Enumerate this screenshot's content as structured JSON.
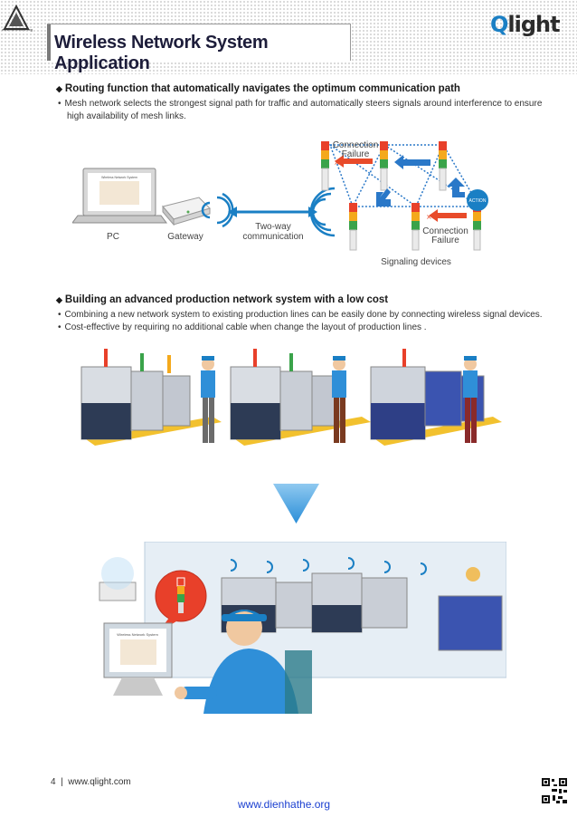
{
  "header": {
    "title": "Wireless Network System Application",
    "brand_q": "Q",
    "brand_rest": "light",
    "small_logo_text": "www.dienhathe.org"
  },
  "section1": {
    "title": "Routing function that automatically navigates the optimum communication path",
    "bullets": [
      "Mesh network selects the strongest signal path for traffic and automatically steers signals around interference to ensure",
      "high availability of mesh links."
    ]
  },
  "diagram": {
    "pc_label": "PC",
    "gateway_label": "Gateway",
    "two_way_line1": "Two-way",
    "two_way_line2": "communication",
    "failure_top_line1": "Connection",
    "failure_top_line2": "Failure",
    "failure_right_line1": "Connection",
    "failure_right_line2": "Failure",
    "action_badge": "ACTION",
    "signaling_label": "Signaling devices",
    "screen_title": "Wireless Network System"
  },
  "section2": {
    "title": "Building an advanced production network system with a low cost",
    "bullets": [
      "Combining a new network system to existing production lines can be easily done by connecting wireless signal devices.",
      "Cost-effective by requiring no additional cable when change the layout of production lines ."
    ]
  },
  "illustration": {
    "monitor_title": "Wireless Network System"
  },
  "footer": {
    "page_number": "4",
    "separator": "|",
    "website": "www.qlight.com",
    "watermark_url": "www.dienhathe.org"
  },
  "colors": {
    "accent_blue": "#1a7fc4",
    "failure_red": "#e84b2a",
    "arrow_blue": "#2a78c8",
    "floor_yellow": "#f2c12e",
    "title_navy": "#1d1d3a"
  }
}
